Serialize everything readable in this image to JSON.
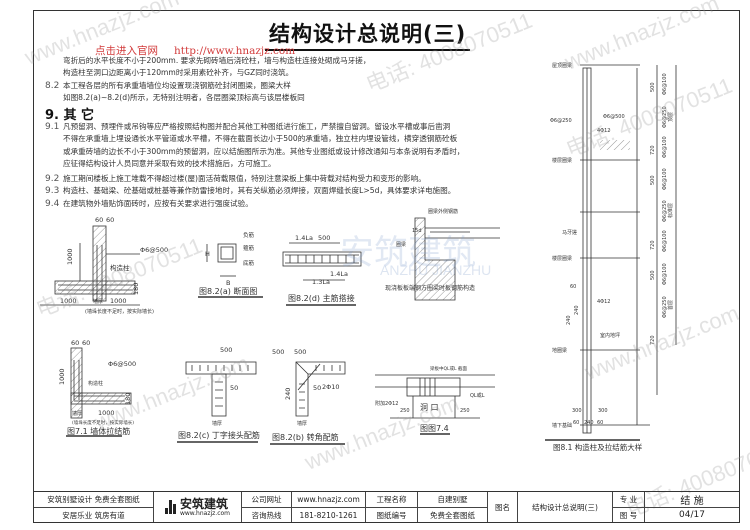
{
  "title": "结构设计总说明(三)",
  "link": {
    "label": "点击进入官网",
    "url": "http://www.hnazjz.com"
  },
  "section8": {
    "line1": "弯折后的水平长度不小于200mm. 要求先砌砖墙后浇砼柱，墙与构造柱连接处砌成马牙搓，",
    "line2": "构造柱至洞口边距离小于120mm时采用素砼补齐，与GZ同时浇筑。",
    "n82": "8.2",
    "line3": "本工程各层的所有承重墙墙位均设置现浇钢筋砼封闭圈梁，圈梁大样",
    "line4": "如图8.2(a)~8.2(d)所示，无特别注明者，各层圈梁顶标高与该层楼板同"
  },
  "section9": {
    "heading": "9. 其 它",
    "items": [
      {
        "num": "9.1",
        "lines": [
          "凡预留洞、预埋件或吊钩等应严格按照结构图并配合其他工种图纸进行施工，严禁擅自留洞。留设水平槽或事后凿洞",
          "不得在承重墙上埋设通长水平管道或水平槽，不得在截面长边小于500的承重墙，独立柱内埋设管线，横穿透钢筋砼板",
          "或承重砖墙的边长不小于300mm的预留洞，应以结施图所示为准。其他专业图纸或设计修改通知与本条说明有矛盾时，",
          "应征得结构设计人员同意并采取有效的技术措施后，方可施工。"
        ]
      },
      {
        "num": "9.2",
        "lines": [
          "施工期间楼板上施工堆载不得超过楼(屋)面活荷载限值，特别注意梁板上集中荷载对结构受力和变形的影响。"
        ]
      },
      {
        "num": "9.3",
        "lines": [
          "构造柱、基础梁、砼基础或桩基等兼作防雷接地时，其有关纵筋必须焊接，双面焊缝长度L>5d，具体要求详电施图。"
        ]
      },
      {
        "num": "9.4",
        "lines": [
          "在建筑物外墙贴饰面砖时，应按有关要求进行强度试验。"
        ]
      }
    ]
  },
  "figures": {
    "fig_t": {
      "dim60a": "60",
      "dim60b": "60",
      "d1000v": "1000",
      "rebar": "Φ6@500",
      "gz": "构造柱",
      "d1000l": "1000",
      "wall": "墙厚",
      "d1000r": "1000",
      "d180": "180",
      "note": "(墙垛长度不足时，按实际墙长)"
    },
    "fig_a": {
      "caption": "图8.2(a)  断面图",
      "h": "H",
      "b": "B",
      "l1": "负筋",
      "l2": "箍筋",
      "l3": "底筋"
    },
    "fig_d": {
      "caption": "图8.2(d)  主筋搭接",
      "d1": "1.4La",
      "d2": "500",
      "d3": "1.4La",
      "d4": "1.3La"
    },
    "fig_slab": {
      "caption": "现浇板板端钢方圈梁时板钢筋构造",
      "l1": "圈梁外侧钢筋",
      "l2": "圈梁",
      "l3": "15d"
    },
    "fig_71": {
      "caption": "图7.1  墙体拉结筋",
      "dim60a": "60",
      "dim60b": "60",
      "d1000v": "1000",
      "rebar": "Φ6@500",
      "gz": "构造柱",
      "wall": "墙厚",
      "d1000": "1000",
      "note": "(墙垛长度不足时，按实际墙长)",
      "d180": "180"
    },
    "fig_c": {
      "caption": "图8.2(c)  丁字接头配筋",
      "d500": "500",
      "d50": "50",
      "wall": "墙厚"
    },
    "fig_b": {
      "caption": "图8.2(b)  转角配筋",
      "d500a": "500",
      "d500b": "500",
      "d240": "240",
      "d50": "50",
      "bar": "2Φ10",
      "wall": "墙厚"
    },
    "fig_74": {
      "caption": "图图7.4",
      "l1": "梁板中QL或L 截面",
      "l2": "QL或L",
      "l3": "附加2Φ12",
      "hole": "洞  口",
      "d250a": "250",
      "d250b": "250"
    },
    "fig_81": {
      "caption": "图8.1  构造柱及拉结筋大样",
      "roof": "屋顶圈梁",
      "floor": "楼层圈梁",
      "floor2": "楼层圈梁",
      "ground": "地圈梁",
      "base": "墙下基础",
      "r1": "Φ6@250",
      "r2": "Φ6@500",
      "r3": "4Φ12",
      "r4": "4Φ12",
      "mt": "马牙搓",
      "s60": "60",
      "d500a": "500",
      "d720a": "720",
      "d500b": "500",
      "d720b": "720",
      "d500c": "500",
      "d720c": "720",
      "d240a": "240",
      "d240b": "240",
      "z1": "Φ6@100",
      "z2": "Φ6@250",
      "z3": "Φ6@100",
      "z4": "Φ6@100",
      "z5": "Φ6@250",
      "z6": "Φ6@100",
      "z7": "Φ6@100",
      "z8": "Φ6@250",
      "lv1": "顶层",
      "lv2": "标准层",
      "lv3": "首层",
      "gl": "室内地坪",
      "d300a": "300",
      "d300b": "300",
      "b60a": "60",
      "b240": "240",
      "b60b": "60"
    }
  },
  "watermarks": {
    "site": "www.hnazjz.com",
    "phone": "电话: 4008070511",
    "brand": "安筑建筑",
    "brand_en": "ANZHU JIANZHU"
  },
  "title_block": {
    "slogan1": "安筑别墅设计  免费全套图纸",
    "slogan2": "安居乐业  筑房有道",
    "logo_name": "安筑建筑",
    "logo_url": "www.hnazjz.com",
    "site_label": "公司网址",
    "site_value": "www.hnazjz.com",
    "hotline_label": "咨询热线",
    "hotline_value": "181-8210-1261",
    "project_label": "工程名称",
    "project_value": "自建别墅",
    "drawing_no_label": "图纸编号",
    "drawing_no_value": "免费全套图纸",
    "drawing_name_label": "图名",
    "drawing_name_value": "结构设计总说明(三)",
    "discipline_label": "专 业",
    "discipline_value": "结 施",
    "sheet_label": "图 号",
    "sheet_value": "04/17"
  }
}
